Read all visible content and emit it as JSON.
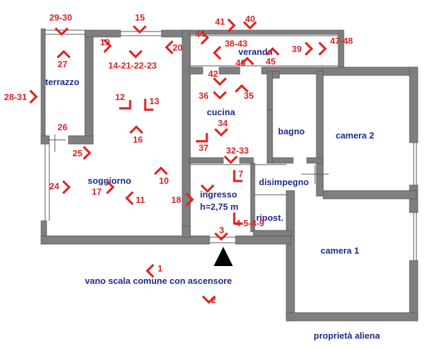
{
  "rooms": {
    "terrazzo": "terrazzo",
    "veranda": "veranda",
    "cucina": "cucina",
    "bagno": "bagno",
    "camera2": "camera 2",
    "soggiorno": "soggiorno",
    "disimpegno": "disimpegno",
    "ingresso": "ingresso",
    "height": "h=2,75 m",
    "ripost": "ripost.",
    "camera1": "camera 1",
    "stair": "vano scala comune con ascensore",
    "aliena": "proprietà aliena"
  },
  "views": {
    "v29_30": "29-30",
    "v15": "15",
    "v41": "41",
    "v40": "40",
    "v44": "44",
    "v38_43": "38-43",
    "v47_48": "47-48",
    "v19": "19",
    "v20": "20",
    "v39": "39",
    "v46": "46",
    "v45": "45",
    "v14_23": "14-21-22-23",
    "v27": "27",
    "v42": "42",
    "v28_31": "28-31",
    "v36": "36",
    "v35": "35",
    "v12": "12",
    "v13": "13",
    "v34": "34",
    "v26": "26",
    "v16": "16",
    "v37": "37",
    "v25": "25",
    "v32_33": "32-33",
    "v7": "7",
    "v10": "10",
    "v24": "24",
    "v17": "17",
    "v11": "11",
    "v18": "18",
    "v4_9": "4-5-8-9",
    "v3": "3",
    "v1": "1",
    "v2": "2"
  },
  "colors": {
    "arrow": "#e02424",
    "label": "#1f2a8c",
    "wall": "#7f7f7f"
  }
}
